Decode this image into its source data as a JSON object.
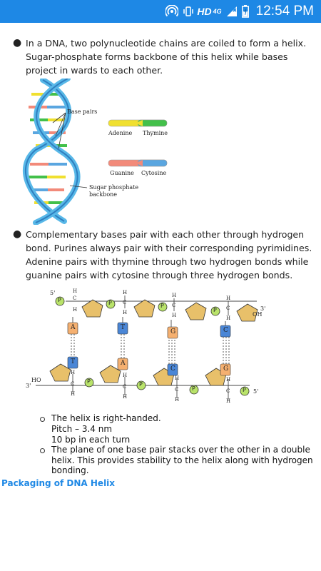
{
  "status_bar": {
    "network_label": "HD",
    "signal_label": "4G",
    "time": "12:54 PM"
  },
  "bullets": [
    {
      "text": "In a DNA, two polynucleotide chains are coiled to form a helix. Sugar-phosphate forms backbone of this helix while bases project in wards to each other."
    },
    {
      "text": "Complementary bases pair with each other through hydrogen bond. Purines always pair with their corresponding pyrimidines. Adenine pairs with thymine through two hydrogen bonds while guanine pairs with cytosine through three hydrogen bonds."
    }
  ],
  "helix_figure": {
    "label_base_pairs": "Base pairs",
    "label_backbone_1": "Sugar phosphate",
    "label_backbone_2": "backbone",
    "pair1_left": "Adenine",
    "pair1_right": "Thymine",
    "pair2_left": "Guanine",
    "pair2_right": "Cytosine",
    "colors": {
      "adenine": "#f0e030",
      "thymine": "#43c04a",
      "guanine": "#f28a7a",
      "cytosine": "#5aa6e0"
    }
  },
  "bonding_figure": {
    "label_5prime_top": "5'",
    "label_3prime_top": "3'",
    "label_oh_top": "OH",
    "label_3prime_bottom": "3'",
    "label_ho_bottom": "HO",
    "label_5prime_bottom": "5'",
    "phosphate": "P",
    "hydrogen": "H",
    "carbon": "C",
    "top_bases": [
      "A",
      "T",
      "G",
      "C"
    ],
    "bottom_bases": [
      "T",
      "A",
      "C",
      "G"
    ]
  },
  "sub_items": {
    "item1_line1": "The helix is right-handed.",
    "item1_line2": "Pitch – 3.4 nm",
    "item1_line3": "10 bp in each turn",
    "item2_line1": "The plane of one base pair stacks over the other in a double",
    "item2_line2": "helix. This provides stability to the helix along with hydrogen",
    "item2_line3": "bonding."
  },
  "section_title": "Packaging of DNA Helix"
}
